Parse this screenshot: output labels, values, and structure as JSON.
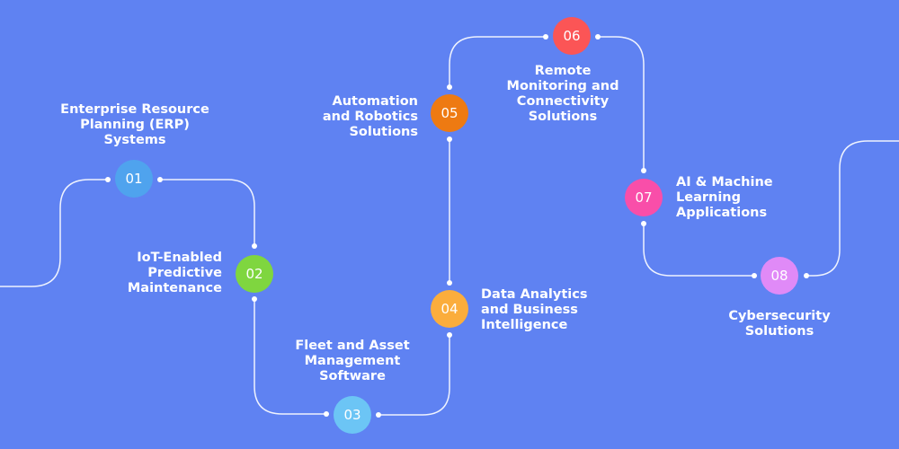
{
  "steps": [
    {
      "number": "01",
      "label": "Enterprise Resource\nPlanning (ERP)\nSystems",
      "color": "#4fa3ee"
    },
    {
      "number": "02",
      "label": "IoT-Enabled\nPredictive\nMaintenance",
      "color": "#7fd63f"
    },
    {
      "number": "03",
      "label": "Fleet and Asset\nManagement\nSoftware",
      "color": "#6cc5f5"
    },
    {
      "number": "04",
      "label": "Data Analytics\nand Business\nIntelligence",
      "color": "#fbad3c"
    },
    {
      "number": "05",
      "label": "Automation\nand Robotics\nSolutions",
      "color": "#ee7a12"
    },
    {
      "number": "06",
      "label": "Remote\nMonitoring and\nConnectivity\nSolutions",
      "color": "#fb5556"
    },
    {
      "number": "07",
      "label": "AI & Machine\nLearning\nApplications",
      "color": "#f94ea9"
    },
    {
      "number": "08",
      "label": "Cybersecurity\nSolutions",
      "color": "#e08af7"
    }
  ]
}
